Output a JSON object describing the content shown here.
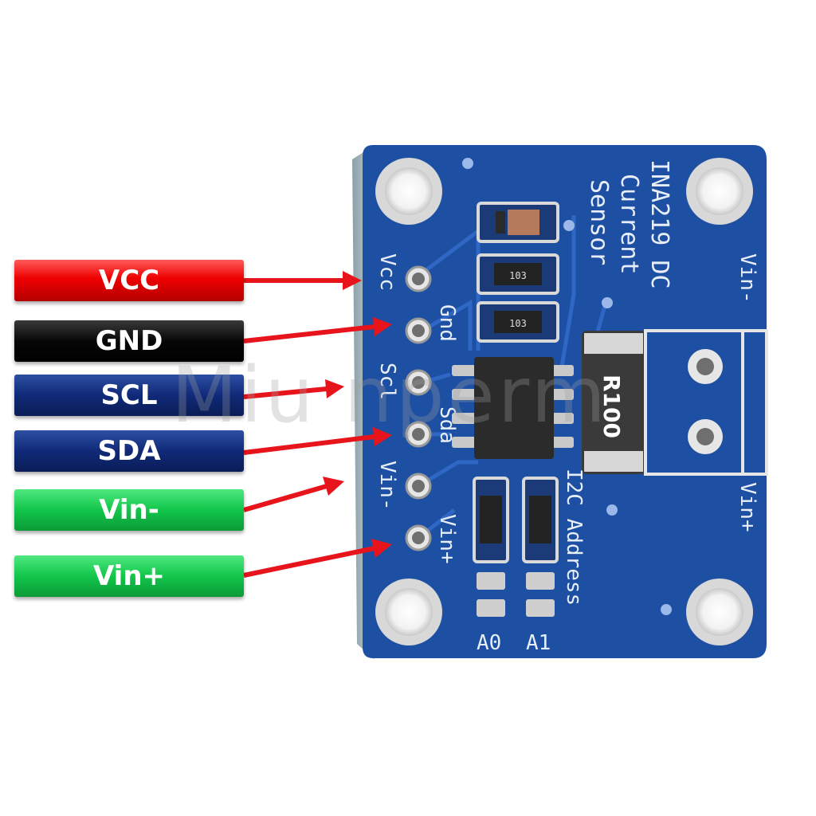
{
  "labels": [
    {
      "text": "VCC",
      "color": "#e00000"
    },
    {
      "text": "GND",
      "color": "#000000"
    },
    {
      "text": "SCL",
      "color": "#0a2466"
    },
    {
      "text": "SDA",
      "color": "#0a2466"
    },
    {
      "text": "Vin-",
      "color": "#12c64a"
    },
    {
      "text": "Vin+",
      "color": "#12c64a"
    }
  ],
  "board": {
    "color": "#1d4fa3",
    "title": [
      "INA219 DC",
      "Current",
      "Sensor"
    ],
    "pins": [
      "Vcc",
      "Gnd",
      "Scl",
      "Sda",
      "Vin-",
      "Vin+"
    ],
    "terminal_top": "Vin-",
    "terminal_bottom": "Vin+",
    "shunt": "R100",
    "resistor_code": "103",
    "i2c_label": "I2C Address",
    "a0": "A0",
    "a1": "A1"
  },
  "watermark": "Miu nperm",
  "arrow_color": "#e8141c"
}
